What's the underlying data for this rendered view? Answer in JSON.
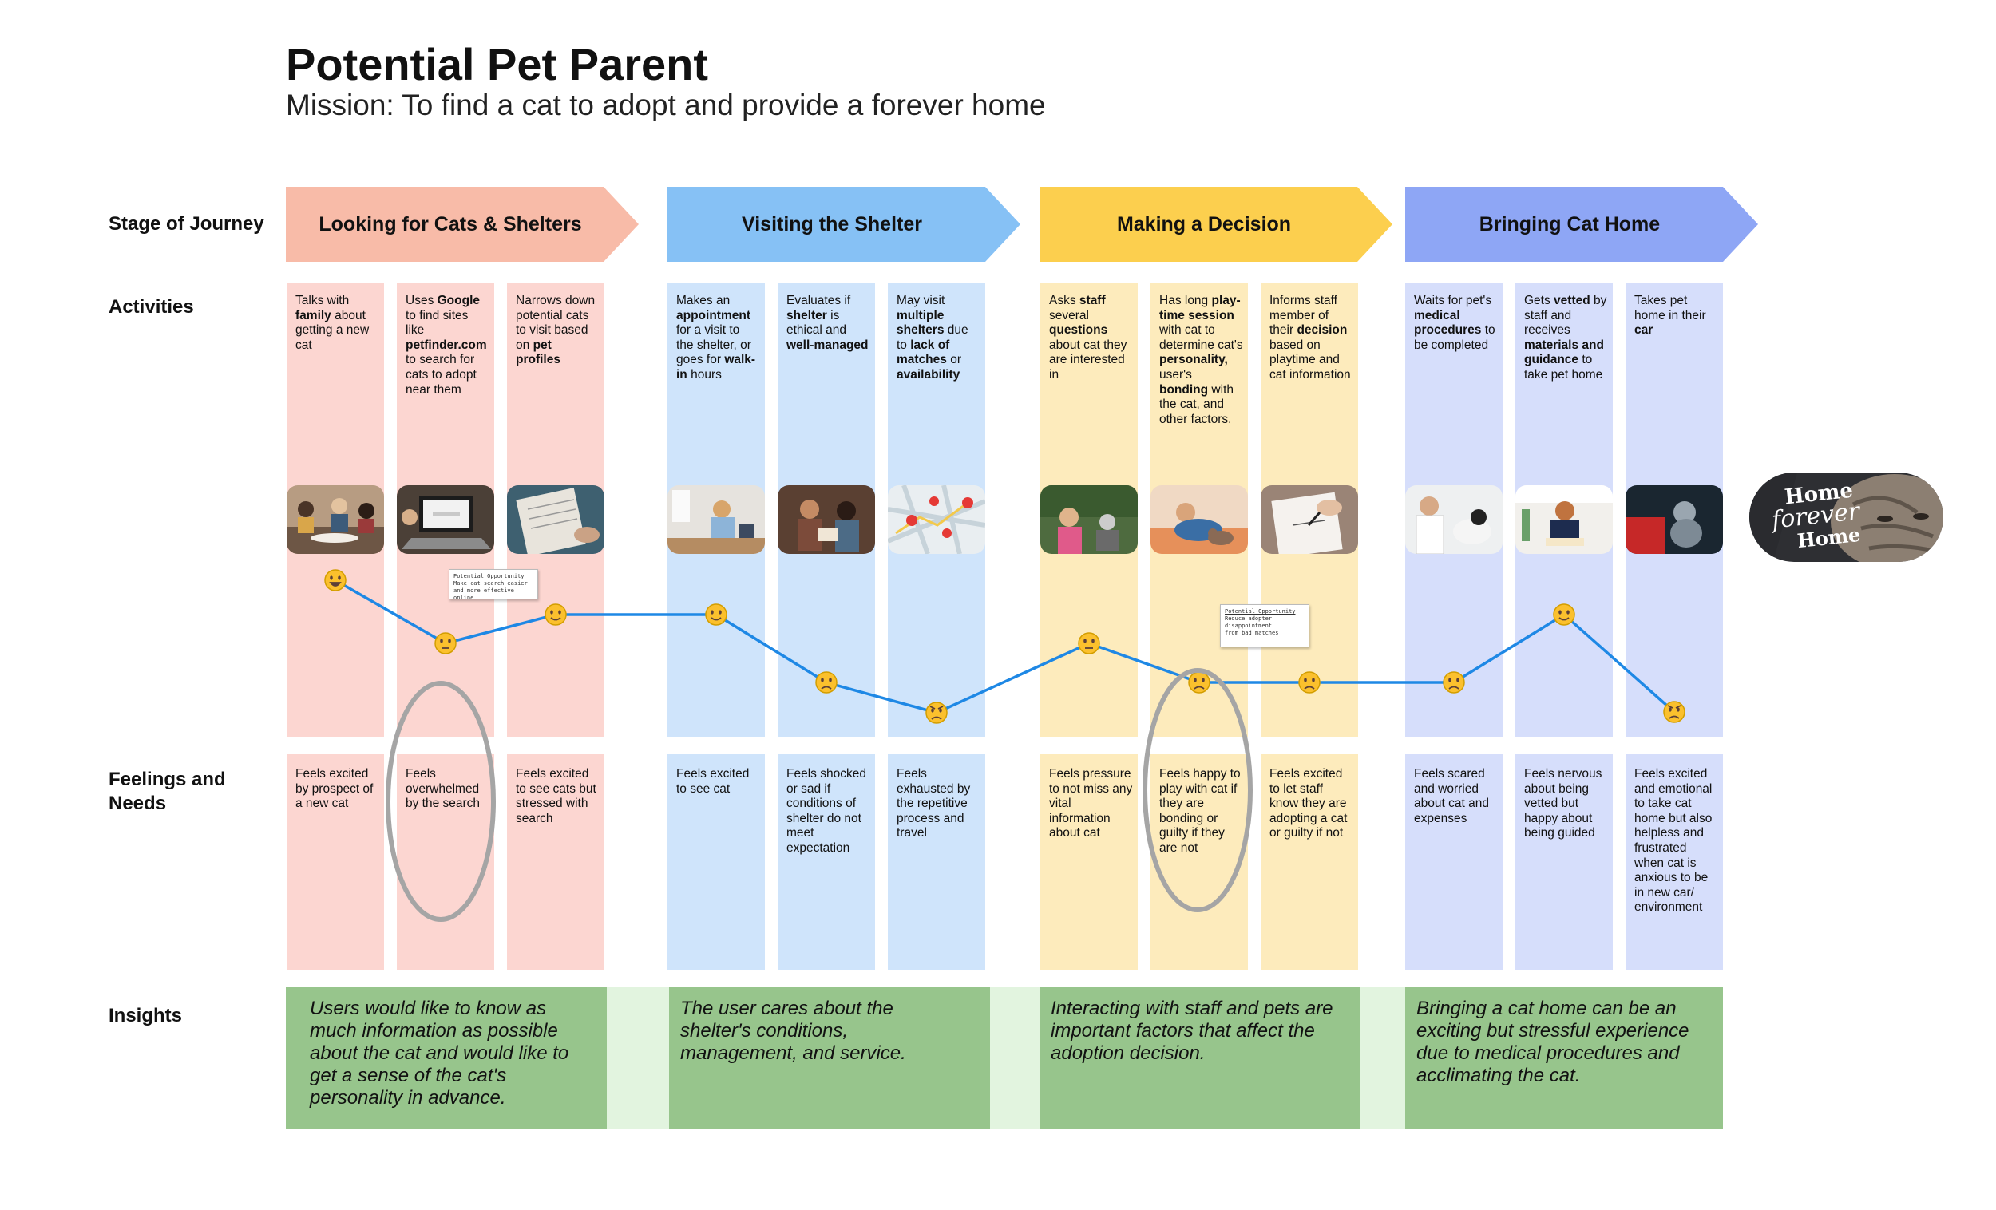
{
  "title": "Potential Pet Parent",
  "mission": "Mission: To find a cat to adopt and provide a forever home",
  "row_labels": {
    "stage": "Stage of Journey",
    "activities": "Activities",
    "feelings": "Feelings and Needs",
    "insights": "Insights"
  },
  "stages": [
    {
      "label": "Looking for Cats & Shelters",
      "color": "#f8bba8"
    },
    {
      "label": "Visiting the Shelter",
      "color": "#86c1f5"
    },
    {
      "label": "Making a Decision",
      "color": "#fccf4e"
    },
    {
      "label": "Bringing Cat Home",
      "color": "#8ea6f5"
    }
  ],
  "column_colors": [
    "#fcd6d1",
    "#cfe4fb",
    "#fdebbc",
    "#d6defb"
  ],
  "columns": [
    {
      "activity": "Talks with family about getting a new cat",
      "feeling": "Feels excited by prospect of a new cat",
      "emotion": "very happy"
    },
    {
      "activity": "Uses Google to find sites like petfinder.com to search for cats to adopt near them",
      "feeling": "Feels overwhelmed by the search",
      "emotion": "neutral"
    },
    {
      "activity": "Narrows down potential cats to visit based on pet profiles",
      "feeling": "Feels excited to see cats but stressed with search",
      "emotion": "happy"
    },
    {
      "activity": "Makes an appointment for a visit to the shelter, or goes for walk-in hours",
      "feeling": "Feels excited to see cat",
      "emotion": "happy"
    },
    {
      "activity": "Evaluates if shelter is ethical and well-managed",
      "feeling": "Feels shocked or sad if conditions of shelter do not meet expectation",
      "emotion": "sad"
    },
    {
      "activity": "May visit multiple shelters due to lack of matches or availability",
      "feeling": "Feels exhausted by the repetitive process and travel",
      "emotion": "angry"
    },
    {
      "activity": "Asks staff several questions about cat they are interested in",
      "feeling": "Feels pressure to not miss any vital information about cat",
      "emotion": "neutral"
    },
    {
      "activity": "Has long play-time session with cat to determine cat's personality, user's bonding with the cat, and other factors.",
      "feeling": "Feels happy to play with cat if they are bonding or guilty if they are not",
      "emotion": "sad"
    },
    {
      "activity": "Informs staff member of their decision based on playtime and cat information",
      "feeling": "Feels excited to let staff know they are adopting a cat or guilty if not",
      "emotion": "sad"
    },
    {
      "activity": "Waits for pet's medical procedures to be completed",
      "feeling": "Feels scared and worried about cat and expenses",
      "emotion": "sad"
    },
    {
      "activity": "Gets vetted by staff and receives materials and guidance to take pet home",
      "feeling": "Feels nervous about being vetted but happy about being guided",
      "emotion": "happy"
    },
    {
      "activity": "Takes pet home in their car",
      "feeling": "Feels excited and emotional to take cat home but also helpless and frustrated when cat is anxious to be in new car/ environment",
      "emotion": "angry"
    }
  ],
  "emoji": {
    "very happy": "😃",
    "happy": "🙂",
    "neutral": "😐",
    "sad": "🙁",
    "angry": "😠"
  },
  "curve_color": "#1e88e5",
  "insights": [
    "Users would like to know as much information as possible about the cat and would like to get a sense of the cat's personality in advance.",
    "The user cares about the shelter's conditions, management, and service.",
    "Interacting with staff and pets are important factors that affect the adoption decision.",
    "Bringing a cat home can be an exciting but stressful experience due to medical procedures and acclimating the cat."
  ],
  "opportunities": [
    {
      "title": "Potential Opportunity",
      "text": [
        "Make cat search easier",
        "and more effective online"
      ]
    },
    {
      "title": "Potential Opportunity",
      "text": [
        "Reduce adopter",
        "disappointment",
        "from bad matches"
      ]
    }
  ],
  "final_badge": {
    "line1": "Home",
    "line2": "forever",
    "line3": "Home"
  }
}
